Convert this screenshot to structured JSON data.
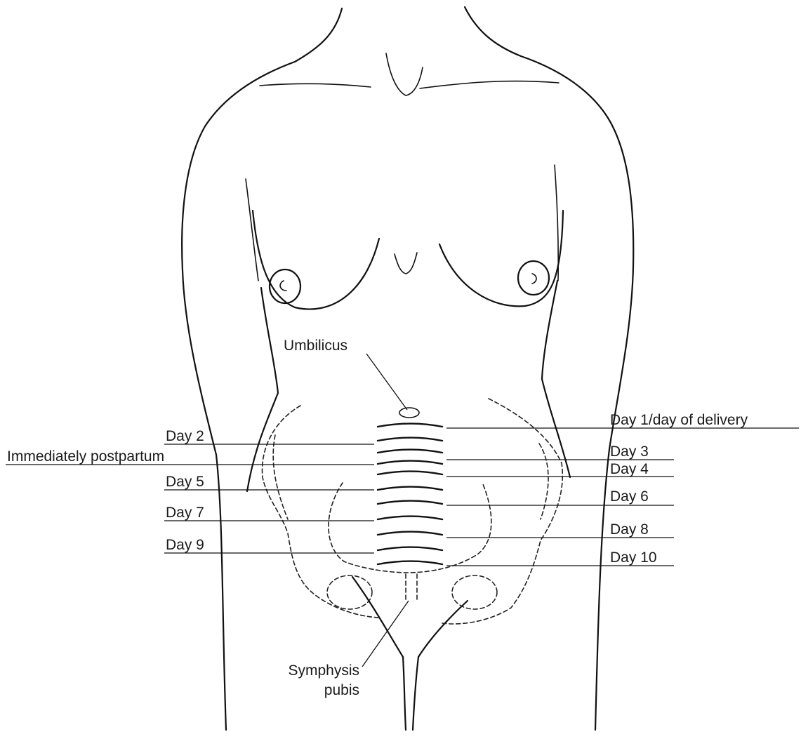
{
  "labels": {
    "umbilicus": "Umbilicus",
    "symphysis_line1": "Symphysis",
    "symphysis_line2": "pubis",
    "left": {
      "day2": "Day 2",
      "immediately": "Immediately postpartum",
      "day5": "Day 5",
      "day7": "Day 7",
      "day9": "Day 9"
    },
    "right": {
      "day1": "Day 1/day of delivery",
      "day3": "Day 3",
      "day4": "Day 4",
      "day6": "Day 6",
      "day8": "Day 8",
      "day10": "Day 10"
    }
  }
}
